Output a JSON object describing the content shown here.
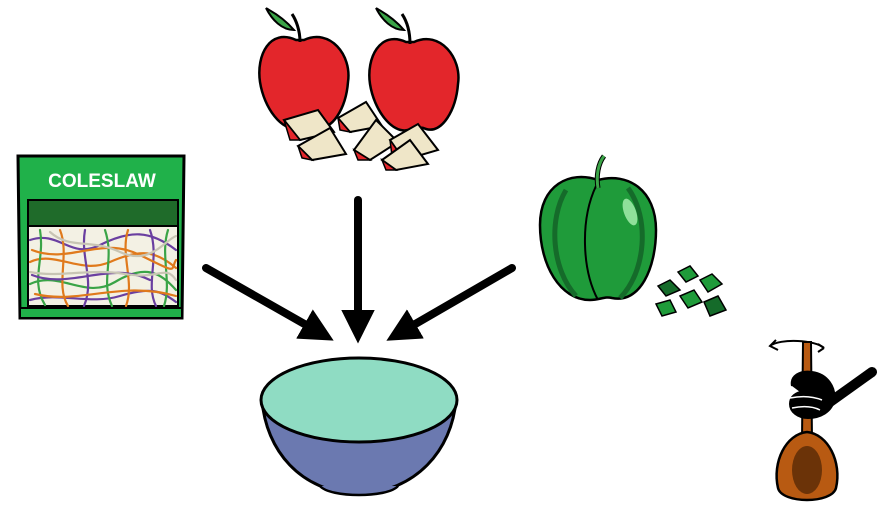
{
  "coleslaw_bag": {
    "label": "COLESLAW",
    "colors": {
      "bag_green": "#20b14a",
      "bag_dark_green": "#1f6b2a"
    }
  },
  "ingredients": [
    {
      "name": "coleslaw-mix",
      "icon": "coleslaw-bag-icon"
    },
    {
      "name": "chopped-apples",
      "icon": "apples-icon"
    },
    {
      "name": "diced-green-pepper",
      "icon": "green-pepper-icon"
    }
  ],
  "bowl": {
    "icon": "mixing-bowl-icon",
    "colors": {
      "rim": "#8fdcc3",
      "body": "#6b79b0"
    }
  },
  "stir": {
    "icon": "stirring-spoon-icon"
  },
  "colors": {
    "apple_red": "#e3262b",
    "apple_flesh": "#efe6c8",
    "leaf_green": "#3aa447",
    "pepper_green": "#1f9b3a",
    "pepper_dark": "#156b2a",
    "arrow": "#000000",
    "spoon": "#b85a12"
  }
}
